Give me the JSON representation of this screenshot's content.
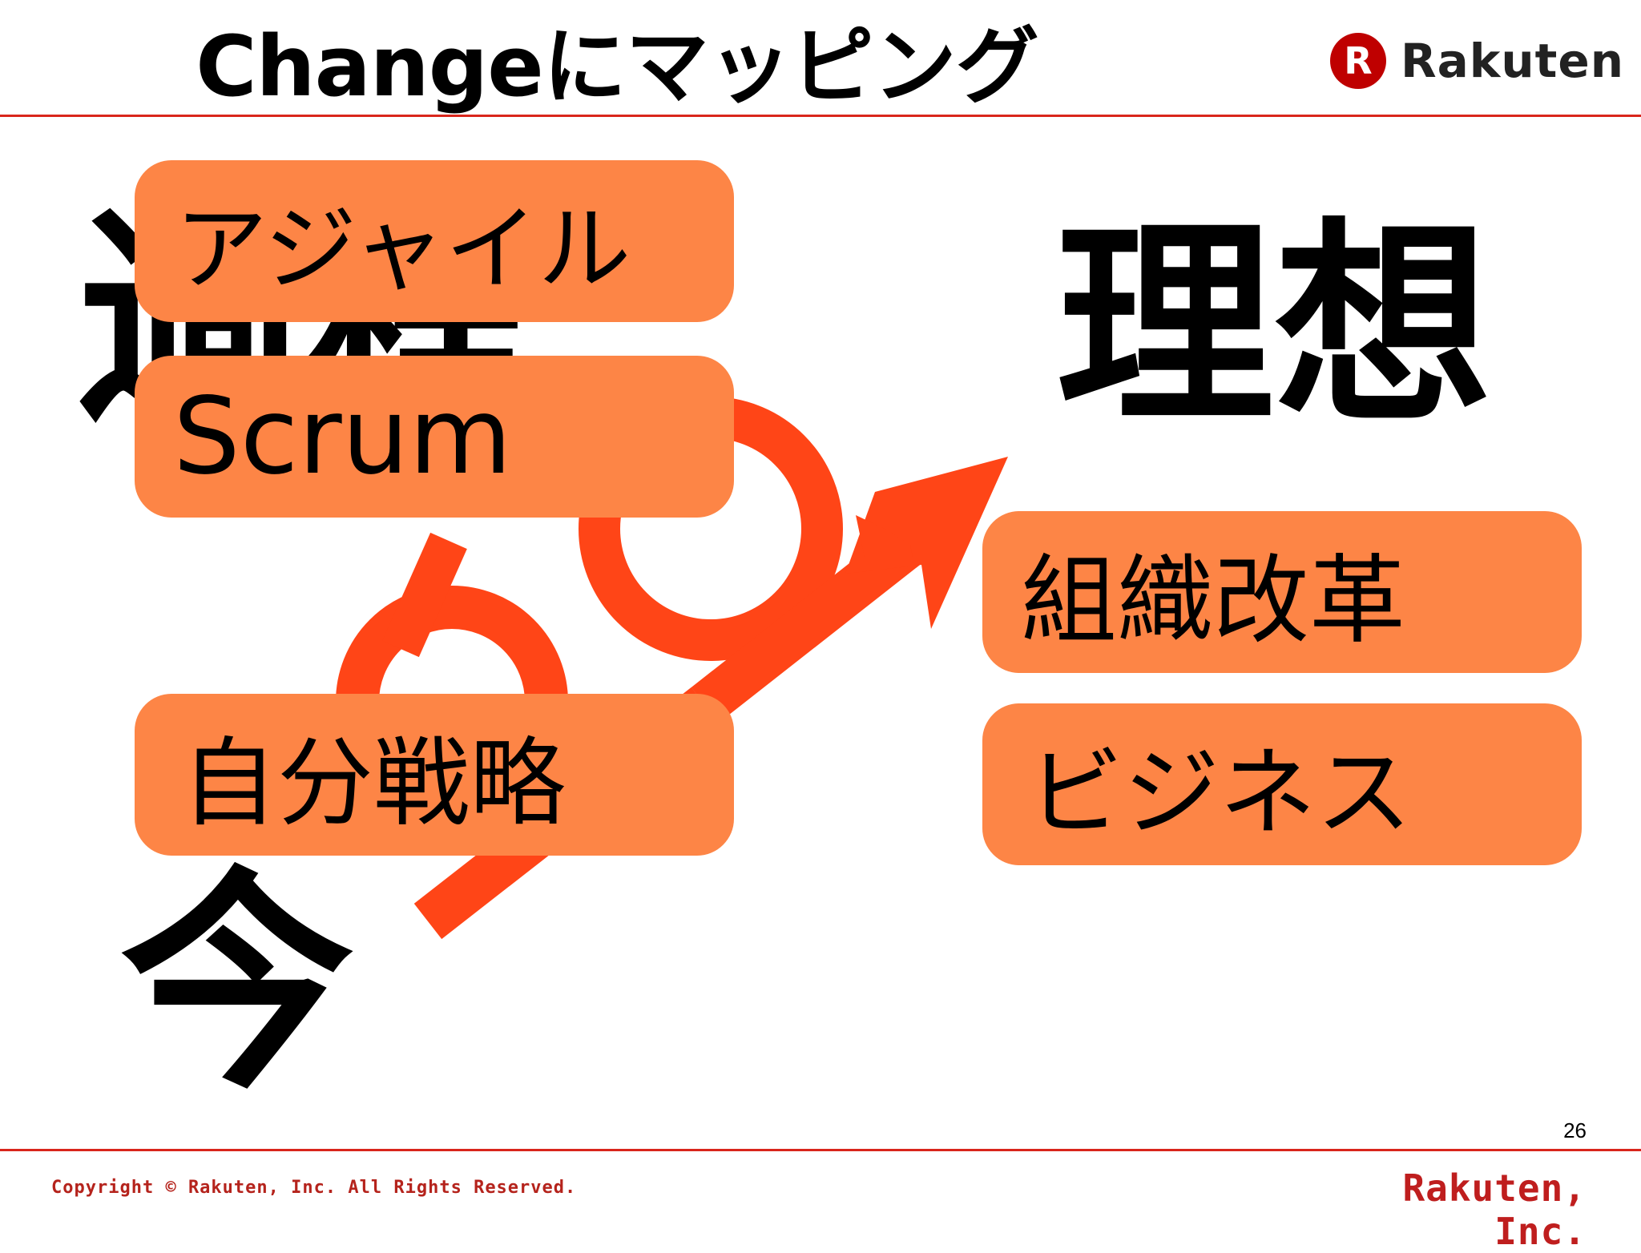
{
  "slide": {
    "title": "Changeにマッピング",
    "page_number": "26"
  },
  "logo": {
    "mark": "R",
    "text": "Rakuten"
  },
  "labels": {
    "current": "今",
    "obscured": "過程",
    "ideal": "理想"
  },
  "boxes": {
    "agile": "アジャイル",
    "scrum": "Scrum",
    "self_strategy": "自分戦略",
    "org_reform": "組織改革",
    "business": "ビジネス"
  },
  "footer": {
    "copyright": "Copyright © Rakuten, Inc. All Rights Reserved.",
    "company": "Rakuten, Inc."
  },
  "colors": {
    "accent_red": "#d9261c",
    "arrow": "#ff4517",
    "box_fill": "#fd8546",
    "brand": "#bf0000"
  }
}
